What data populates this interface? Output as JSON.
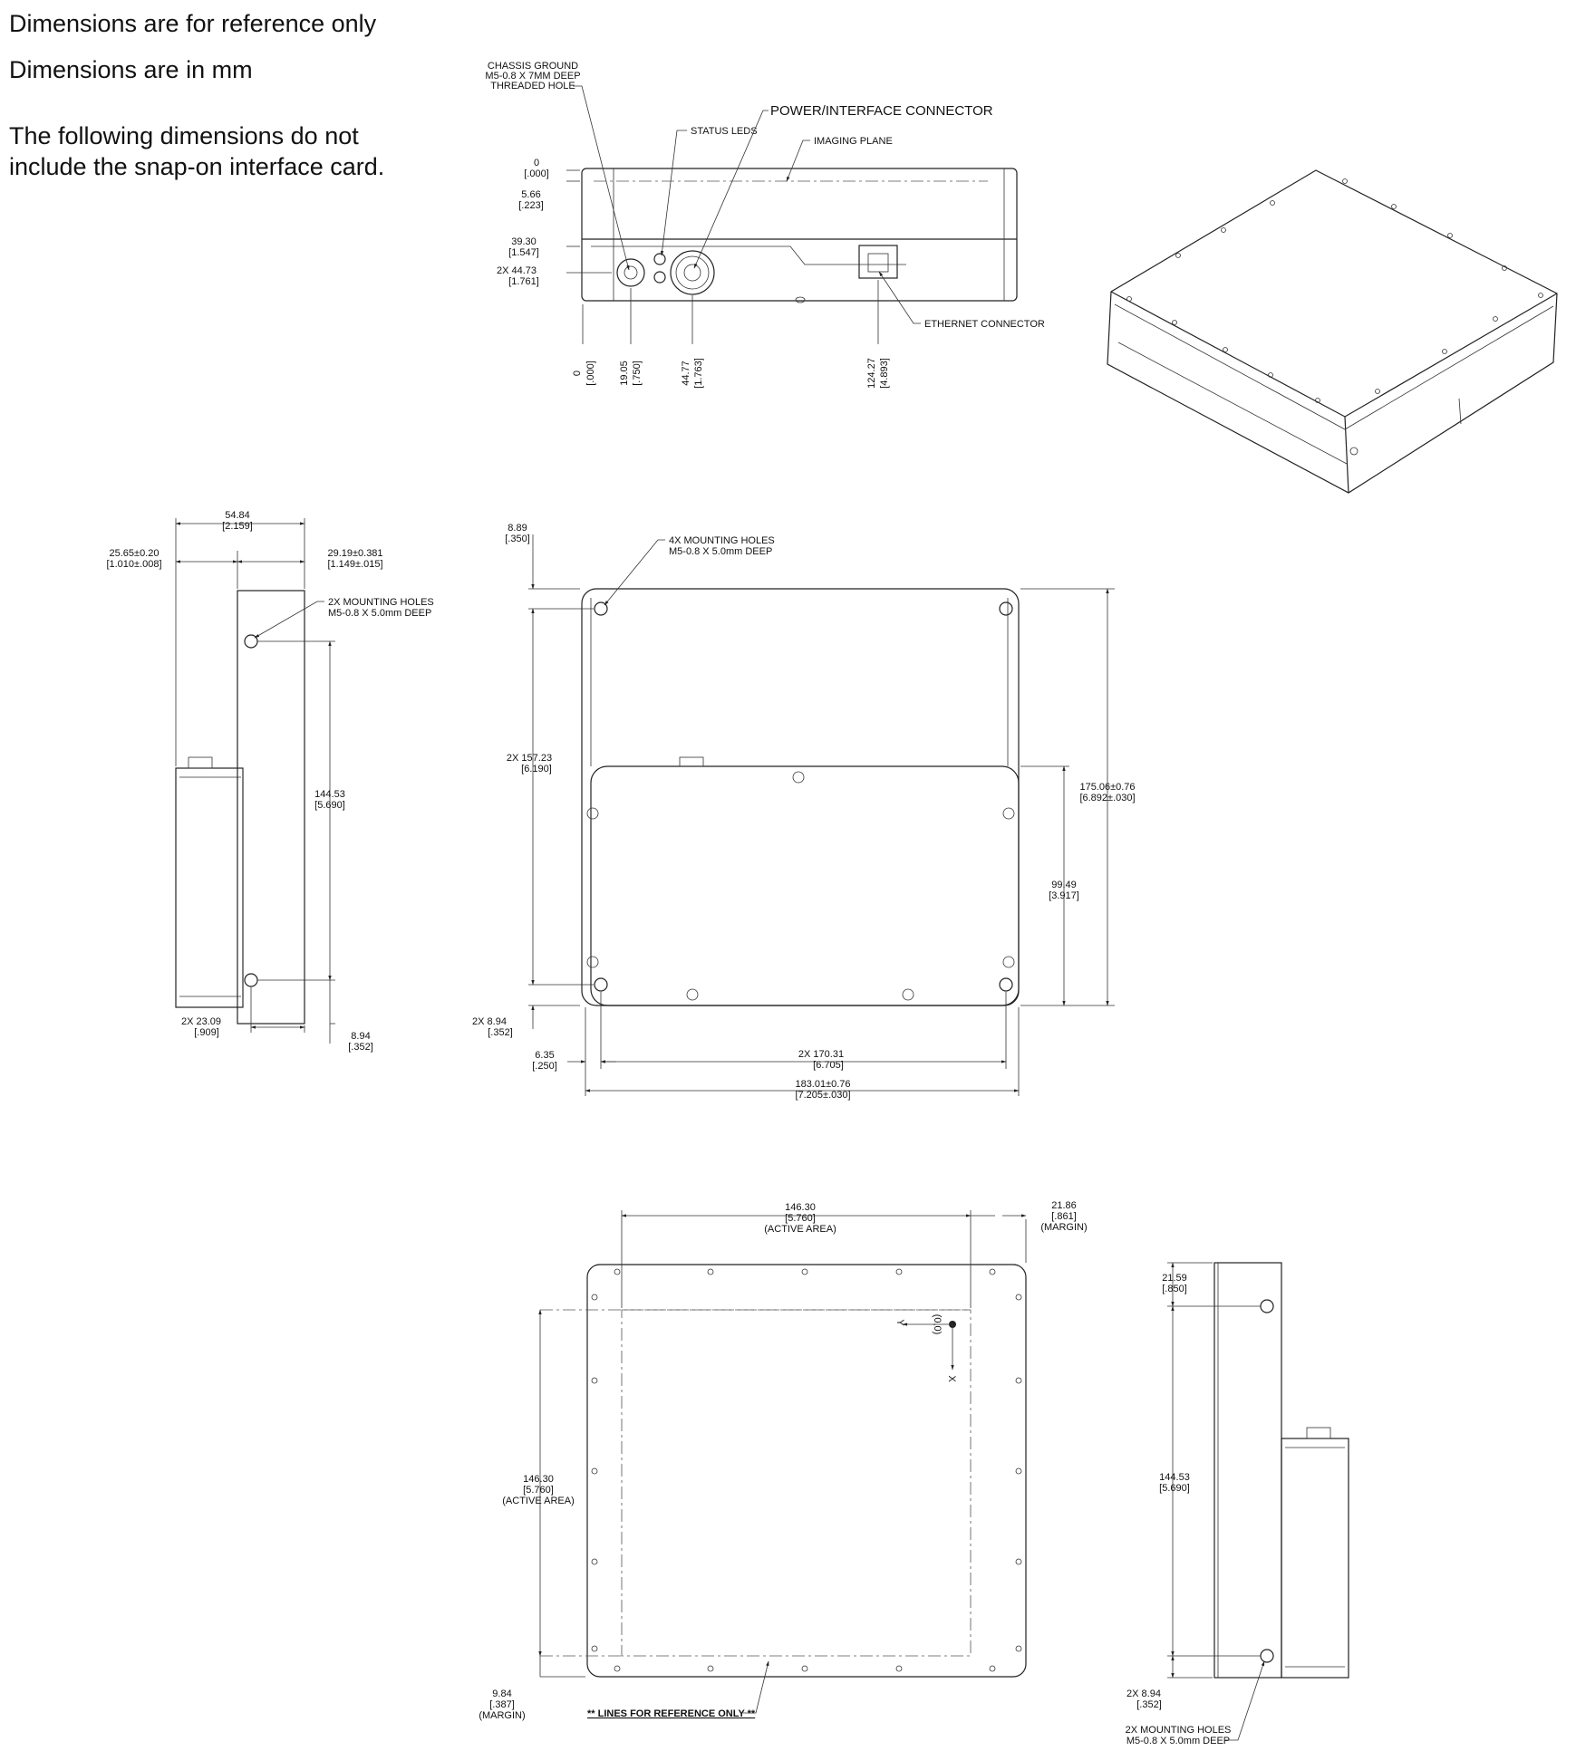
{
  "notes": [
    "Dimensions are for reference only",
    "Dimensions are in mm",
    "The following dimensions do not",
    "include the snap-on interface card."
  ],
  "front": {
    "chassis_ground": [
      "CHASSIS GROUND",
      "M5-0.8 X 7MM DEEP",
      "THREADED HOLE"
    ],
    "status_leds": "STATUS LEDS",
    "power_connector": "POWER/INTERFACE CONNECTOR",
    "imaging_plane": "IMAGING PLANE",
    "ethernet": "ETHERNET CONNECTOR",
    "v0": "0",
    "v0b": "[.000]",
    "v566": "5.66",
    "v566b": "[.223]",
    "v3930": "39.30",
    "v3930b": "[1.547]",
    "v4473": "2X  44.73",
    "v4473b": "[1.761]",
    "h0": "0",
    "h0b": "[.000]",
    "h1905": "19.05",
    "h1905b": "[.750]",
    "h4477": "44.77",
    "h4477b": "[1.763]",
    "h12427": "124.27",
    "h12427b": "[4.893]"
  },
  "left": {
    "d5484": "54.84",
    "d5484b": "[2.159]",
    "d2565": "25.65±0.20",
    "d2565b": "[1.010±.008]",
    "d2919": "29.19±0.381",
    "d2919b": "[1.149±.015]",
    "holes": [
      "2X MOUNTING HOLES",
      "M5-0.8 X 5.0mm DEEP"
    ],
    "d14453": "144.53",
    "d14453b": "[5.690]",
    "d2309": "2X  23.09",
    "d2309b": "[.909]",
    "d894": "8.94",
    "d894b": "[.352]"
  },
  "back": {
    "d889": "8.89",
    "d889b": "[.350]",
    "holes": [
      "4X MOUNTING HOLES",
      "M5-0.8 X 5.0mm DEEP"
    ],
    "d15723": "2X  157.23",
    "d15723b": "[6.190]",
    "d17506": "175.06±0.76",
    "d17506b": "[6.892±.030]",
    "d9949": "99.49",
    "d9949b": "[3.917]",
    "d894": "2X  8.94",
    "d894b": "[.352]",
    "d635": "6.35",
    "d635b": "[.250]",
    "d17031": "2X  170.31",
    "d17031b": "[6.705]",
    "d18301": "183.01±0.76",
    "d18301b": "[7.205±.030]"
  },
  "top": {
    "d14630h": "146.30",
    "d14630hb": "[5.760]",
    "active_h": "(ACTIVE AREA)",
    "d2186": "21.86",
    "d2186b": "[.861]",
    "margin_r": "(MARGIN)",
    "d14630v": "146.30",
    "d14630vb": "[5.760]",
    "active_v": "(ACTIVE AREA)",
    "d984": "9.84",
    "d984b": "[.387]",
    "margin_l": "(MARGIN)",
    "ref_note": "** LINES FOR REFERENCE ONLY **",
    "axis_y": "Y",
    "axis_x": "X",
    "origin": "(0,0)"
  },
  "right": {
    "d2159": "21.59",
    "d2159b": "[.850]",
    "d14453": "144.53",
    "d14453b": "[5.690]",
    "d894": "2X  8.94",
    "d894b": "[.352]",
    "holes": [
      "2X MOUNTING HOLES",
      "M5-0.8 X 5.0mm DEEP"
    ]
  }
}
